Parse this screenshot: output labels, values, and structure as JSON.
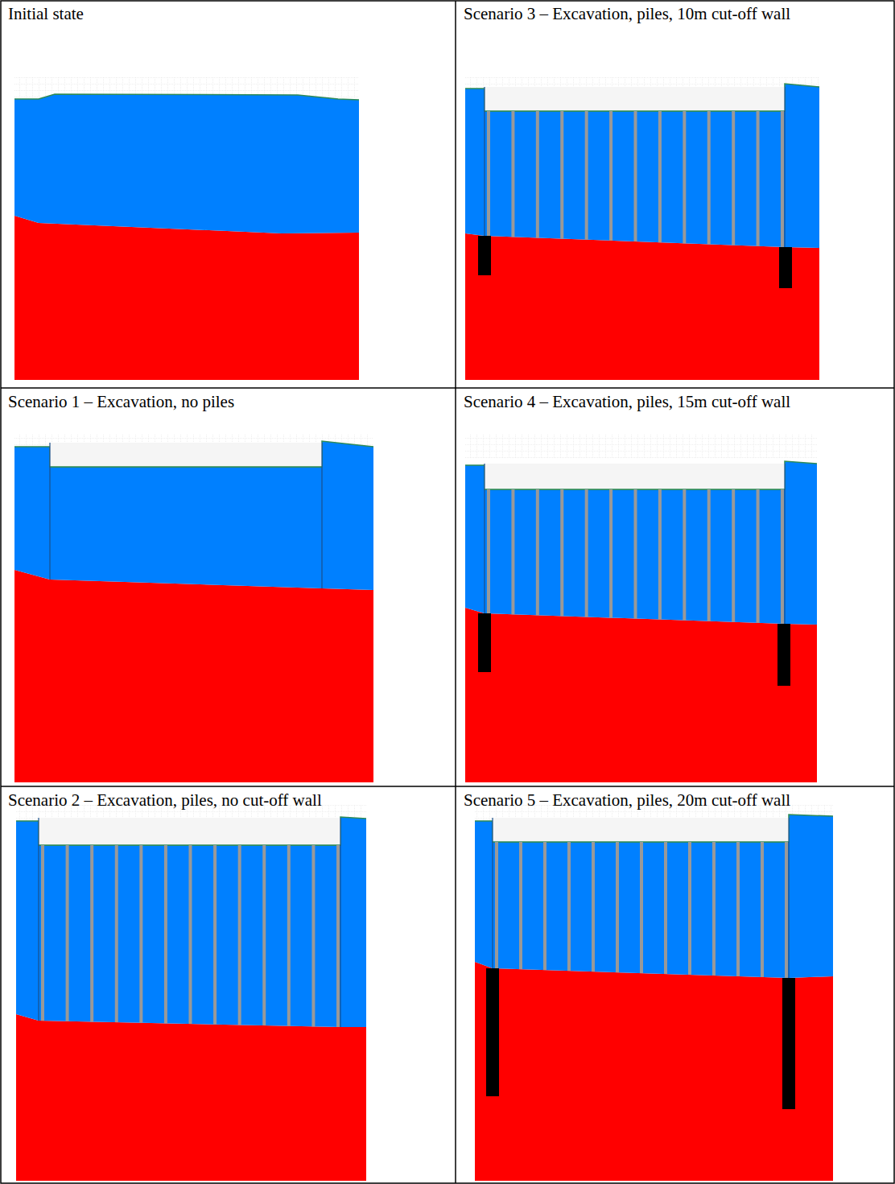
{
  "diagram": {
    "labels": [
      "Initial state",
      "Scenario 3 – Excavation, piles, 10m cut-off wall",
      "Scenario 1 – Excavation, no piles",
      "Scenario 4 – Excavation, piles, 15m cut-off wall",
      "Scenario 2 – Excavation, piles, no cut-off wall",
      "Scenario 5 – Excavation, piles, 20m cut-off wall"
    ]
  }
}
